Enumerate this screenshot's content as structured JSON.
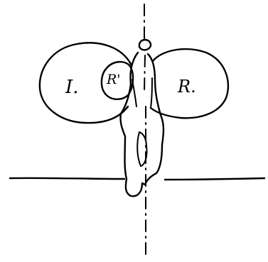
{
  "diagram": {
    "labels": {
      "left_lobe": "I.",
      "small_circle": "R'",
      "right_lobe": "R."
    },
    "ink_color": "#000000",
    "background_color": "#ffffff"
  }
}
